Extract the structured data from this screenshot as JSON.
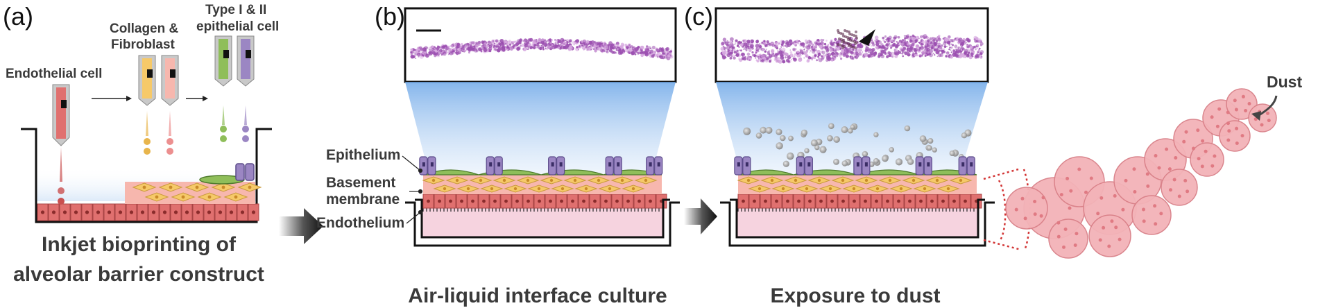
{
  "panels": [
    {
      "letter": "(a)",
      "caption_line1": "Inkjet bioprinting of",
      "caption_line2": "alveolar barrier construct",
      "label_endothelial": "Endothelial cell",
      "label_collagen_1": "Collagen &",
      "label_collagen_2": "Fibroblast",
      "label_type_1": "Type I & II",
      "label_type_2": "epithelial cell"
    },
    {
      "letter": "(b)",
      "caption": "Air-liquid interface culture",
      "label_epithelium": "Epithelium",
      "label_basement_1": "Basement",
      "label_basement_2": "membrane",
      "label_endothelium": "Endothelium"
    },
    {
      "letter": "(c)",
      "caption": "Exposure to dust",
      "label_dust": "Dust"
    }
  ],
  "colors": {
    "endothelial": "#e0706f",
    "fibroblast": "#f6c969",
    "collagen": "#f7b7ae",
    "epithelial_type1": "#8fbe5a",
    "epithelial_type2": "#9b86c3",
    "medium": "#f6d3df",
    "stain": "#9b4fb0"
  }
}
